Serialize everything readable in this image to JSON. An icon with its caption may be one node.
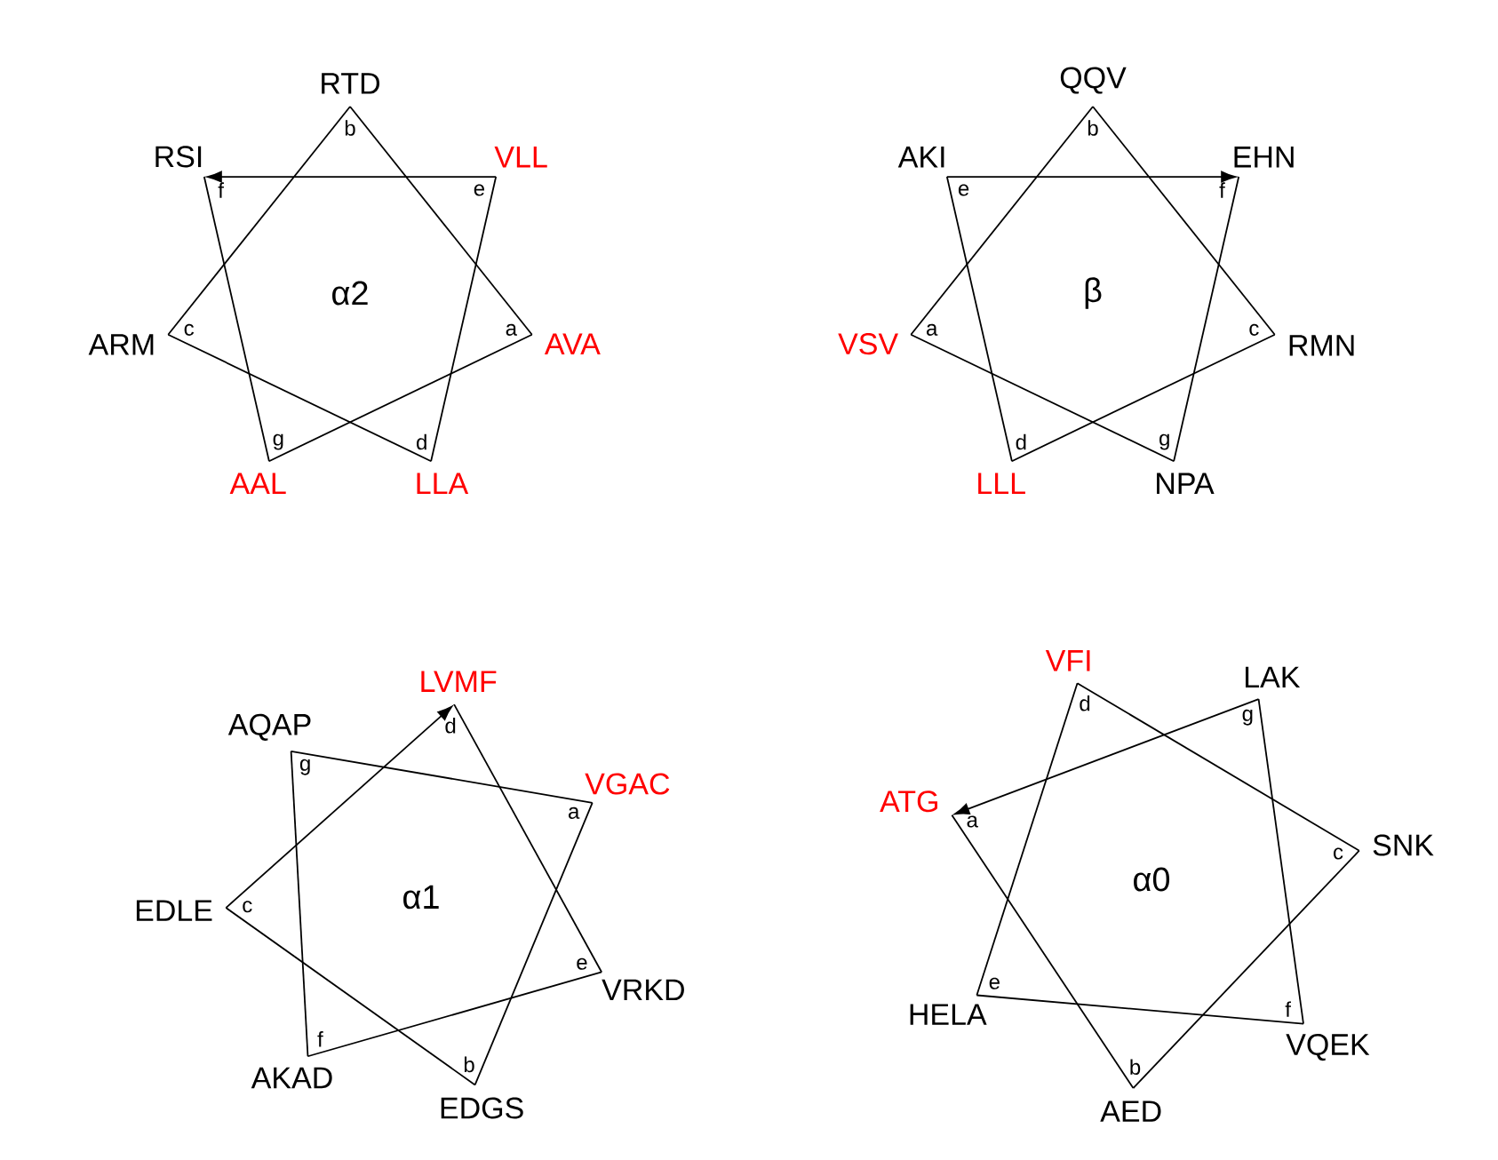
{
  "diagram": {
    "nodes": [
      {
        "text": [
          "a"
        ],
        "beside": [
          "AVA"
        ]
      },
      {
        "text": [
          "b"
        ],
        "beside": [
          "RTD"
        ]
      },
      {
        "text": [
          "c"
        ],
        "beside": [
          "ARM"
        ]
      },
      {
        "text": [
          "d"
        ],
        "beside": [
          "LLA"
        ]
      },
      {
        "text": [
          "e"
        ],
        "beside": [
          "VLL"
        ]
      },
      {
        "text": [
          "f"
        ],
        "beside": [
          "RSI"
        ]
      },
      {
        "text": [
          "g"
        ],
        "beside": [
          "AAL"
        ]
      },
      {
        "text": [
          "a"
        ],
        "beside": [
          "VSV"
        ]
      },
      {
        "text": [
          "b"
        ],
        "beside": [
          "QQV"
        ]
      },
      {
        "text": [
          "c"
        ],
        "beside": [
          "RMN"
        ]
      },
      {
        "text": [
          "d"
        ],
        "beside": [
          "LLL"
        ]
      },
      {
        "text": [
          "e"
        ],
        "beside": [
          "AKI"
        ]
      },
      {
        "text": [
          "f"
        ],
        "beside": [
          "EHN"
        ]
      },
      {
        "text": [
          "g"
        ],
        "beside": [
          "NPA"
        ]
      },
      {
        "text": [
          "a"
        ],
        "beside": [
          "VGAC"
        ]
      },
      {
        "text": [
          "b"
        ],
        "beside": [
          "EDGS"
        ]
      },
      {
        "text": [
          "c"
        ],
        "beside": [
          "EDLE"
        ]
      },
      {
        "text": [
          "d"
        ],
        "beside": [
          "LVMF"
        ]
      },
      {
        "text": [
          "e"
        ],
        "beside": [
          "VRKD"
        ]
      },
      {
        "text": [
          "f"
        ],
        "beside": [
          "AKAD"
        ]
      },
      {
        "text": [
          "g"
        ],
        "beside": [
          "AQAP"
        ]
      },
      {
        "text": [
          "a"
        ],
        "beside": [
          "ATG"
        ]
      },
      {
        "text": [
          "b"
        ],
        "beside": [
          "AED"
        ]
      },
      {
        "text": [
          "c"
        ],
        "beside": [
          "SNK"
        ]
      },
      {
        "text": [
          "d"
        ],
        "beside": [
          "VFI"
        ]
      },
      {
        "text": [
          "e"
        ],
        "beside": [
          "HELA"
        ]
      },
      {
        "text": [
          "f"
        ],
        "beside": [
          "VQEK"
        ]
      },
      {
        "text": [
          "g"
        ],
        "beside": [
          "LAK"
        ]
      }
    ],
    "edges": [
      {
        "from": 0,
        "to": 1,
        "arrow": "none"
      },
      {
        "from": 1,
        "to": 2,
        "arrow": "none"
      },
      {
        "from": 2,
        "to": 3,
        "arrow": "none"
      },
      {
        "from": 3,
        "to": 4,
        "arrow": "none"
      },
      {
        "from": 4,
        "to": 5,
        "arrow": "to"
      },
      {
        "from": 5,
        "to": 6,
        "arrow": "none"
      },
      {
        "from": 6,
        "to": 0,
        "arrow": "none"
      },
      {
        "from": 7,
        "to": 8,
        "arrow": "none"
      },
      {
        "from": 8,
        "to": 9,
        "arrow": "none"
      },
      {
        "from": 9,
        "to": 10,
        "arrow": "none"
      },
      {
        "from": 10,
        "to": 11,
        "arrow": "none"
      },
      {
        "from": 11,
        "to": 12,
        "arrow": "to"
      },
      {
        "from": 12,
        "to": 13,
        "arrow": "none"
      },
      {
        "from": 13,
        "to": 7,
        "arrow": "none"
      },
      {
        "from": 14,
        "to": 15,
        "arrow": "none"
      },
      {
        "from": 15,
        "to": 16,
        "arrow": "none"
      },
      {
        "from": 16,
        "to": 17,
        "arrow": "to"
      },
      {
        "from": 17,
        "to": 18,
        "arrow": "none"
      },
      {
        "from": 18,
        "to": 19,
        "arrow": "none"
      },
      {
        "from": 19,
        "to": 20,
        "arrow": "none"
      },
      {
        "from": 20,
        "to": 14,
        "arrow": "none"
      },
      {
        "from": 21,
        "to": 22,
        "arrow": "none"
      },
      {
        "from": 22,
        "to": 23,
        "arrow": "none"
      },
      {
        "from": 23,
        "to": 24,
        "arrow": "none"
      },
      {
        "from": 24,
        "to": 25,
        "arrow": "none"
      },
      {
        "from": 25,
        "to": 26,
        "arrow": "none"
      },
      {
        "from": 27,
        "to": 21,
        "arrow": "to"
      },
      {
        "from": 26,
        "to": 27,
        "arrow": "none"
      }
    ],
    "labels": [
      "α2",
      "β",
      "α1",
      "α0"
    ]
  }
}
